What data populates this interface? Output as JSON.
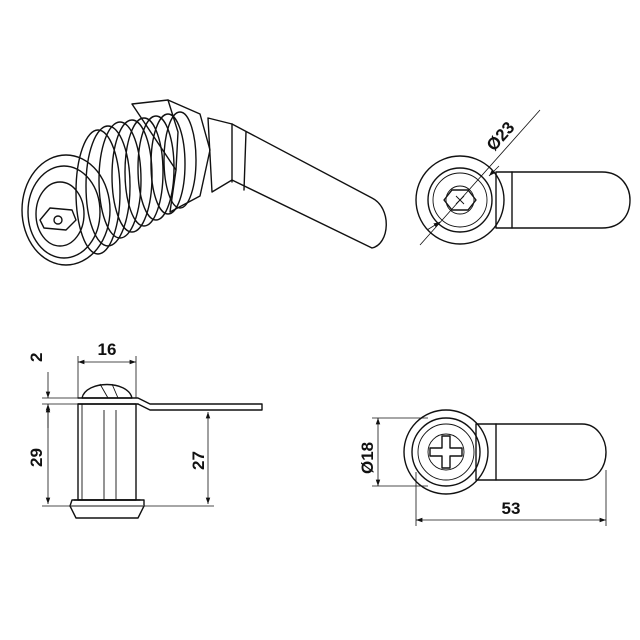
{
  "dimensions": {
    "top_right_diameter": "Ø23",
    "side_flange_thickness": "2",
    "side_body_width": "16",
    "side_total_height": "29",
    "side_cam_height": "27",
    "bottom_right_diameter": "Ø18",
    "bottom_right_length": "53"
  },
  "colors": {
    "line": "#111111",
    "background": "#ffffff"
  }
}
